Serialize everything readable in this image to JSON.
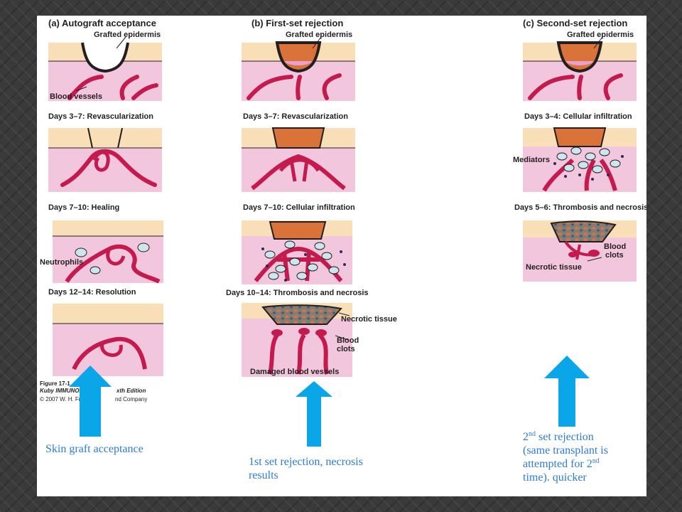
{
  "panels": [
    {
      "header": "(a) Autograft acceptance",
      "stages": [
        {
          "title": "",
          "labels": [
            "Grafted epidermis",
            "Blood vessels"
          ]
        },
        {
          "title": "Days 3–7: Revascularization",
          "labels": []
        },
        {
          "title": "Days 7–10: Healing",
          "labels": [
            "Neutrophils"
          ]
        },
        {
          "title": "Days 12–14: Resolution",
          "labels": []
        }
      ]
    },
    {
      "header": "(b) First-set rejection",
      "stages": [
        {
          "title": "",
          "labels": [
            "Grafted epidermis"
          ]
        },
        {
          "title": "Days 3–7: Revascularization",
          "labels": []
        },
        {
          "title": "Days 7–10: Cellular infiltration",
          "labels": []
        },
        {
          "title": "Days 10–14: Thrombosis and necrosis",
          "labels": [
            "Necrotic tissue",
            "Blood",
            "clots",
            "Damaged blood vessels"
          ]
        }
      ]
    },
    {
      "header": "(c) Second-set rejection",
      "stages": [
        {
          "title": "",
          "labels": [
            "Grafted epidermis"
          ]
        },
        {
          "title": "Days 3–4: Cellular infiltration",
          "labels": [
            "Mediators"
          ]
        },
        {
          "title": "Days 5–6: Thrombosis and necrosis",
          "labels": [
            "Blood",
            "clots",
            "Necrotic tissue"
          ]
        }
      ]
    }
  ],
  "caption": {
    "figure": "Figure 17-1",
    "book": "Kuby IMMUNOLO",
    "book_end": "xth Edition",
    "publisher": "© 2007 W. H. Free",
    "publisher_end": "nd Company"
  },
  "annotations": {
    "autograft": "Skin graft acceptance",
    "first_set": "1st set rejection, necrosis results",
    "second_set": {
      "line1_num": "2",
      "line1_sup": "nd",
      "line1_rest": " set rejection",
      "line2": "(same transplant is",
      "line3_pre": "attempted for 2",
      "line3_sup": "nd",
      "line4": "time). quicker"
    }
  },
  "colors": {
    "arrow": "#0aa6e8",
    "dermis": "#f2c6dc",
    "epidermis": "#f8dfb8",
    "graft_allo": "#d9733a",
    "graft_auto": "#ffffff",
    "vessel": "#c41a4d",
    "cell": "#cfe5ee",
    "note_text": "#2e7bd1"
  }
}
